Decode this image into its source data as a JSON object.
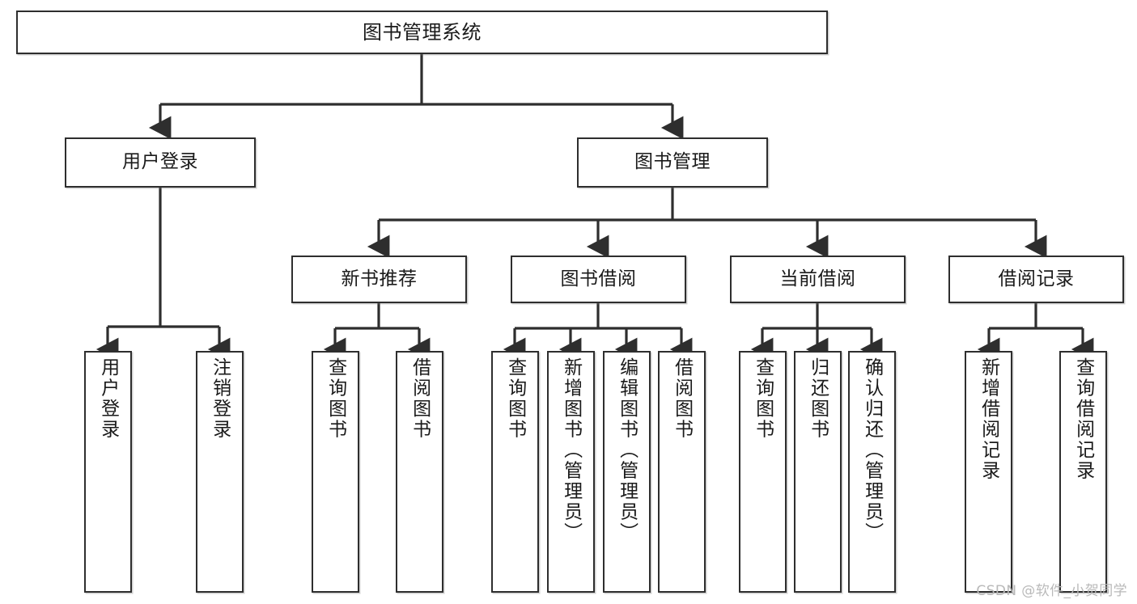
{
  "diagram": {
    "title": "图书管理系统",
    "type": "tree-hierarchy-chart",
    "colors": {
      "box_border": "#2e2e2e",
      "box_fill": "#ffffff",
      "connector": "#2e2e2e",
      "text": "#1a1a1a",
      "watermark": "#b9b9b9"
    },
    "nodes": {
      "root": {
        "label": "图书管理系统"
      },
      "level2": [
        {
          "id": "user-login",
          "label": "用户登录"
        },
        {
          "id": "book-management",
          "label": "图书管理"
        }
      ],
      "level3": [
        {
          "id": "new-book-recommend",
          "label": "新书推荐"
        },
        {
          "id": "book-borrow",
          "label": "图书借阅"
        },
        {
          "id": "current-borrow",
          "label": "当前借阅"
        },
        {
          "id": "borrow-record",
          "label": "借阅记录"
        }
      ],
      "leaves": {
        "user_login": [
          {
            "id": "leaf-user-login",
            "label": "用户登录"
          },
          {
            "id": "leaf-logout-login",
            "label": "注销登录"
          }
        ],
        "new_book_recommend": [
          {
            "id": "leaf-query-book-1",
            "label": "查询图书"
          },
          {
            "id": "leaf-borrow-book-1",
            "label": "借阅图书"
          }
        ],
        "book_borrow": [
          {
            "id": "leaf-query-book-2",
            "label": "查询图书"
          },
          {
            "id": "leaf-add-book",
            "label": "新增图书（管理员）"
          },
          {
            "id": "leaf-edit-book",
            "label": "编辑图书（管理员）"
          },
          {
            "id": "leaf-borrow-book-2",
            "label": "借阅图书"
          }
        ],
        "current_borrow": [
          {
            "id": "leaf-query-book-3",
            "label": "查询图书"
          },
          {
            "id": "leaf-return-book",
            "label": "归还图书"
          },
          {
            "id": "leaf-confirm-return",
            "label": "确认归还（管理员）"
          }
        ],
        "borrow_record": [
          {
            "id": "leaf-add-borrow-record",
            "label": "新增借阅记录"
          },
          {
            "id": "leaf-query-borrow-record",
            "label": "查询借阅记录"
          }
        ]
      }
    }
  },
  "watermark": {
    "text": "CSDN @软件_小贺同学"
  }
}
